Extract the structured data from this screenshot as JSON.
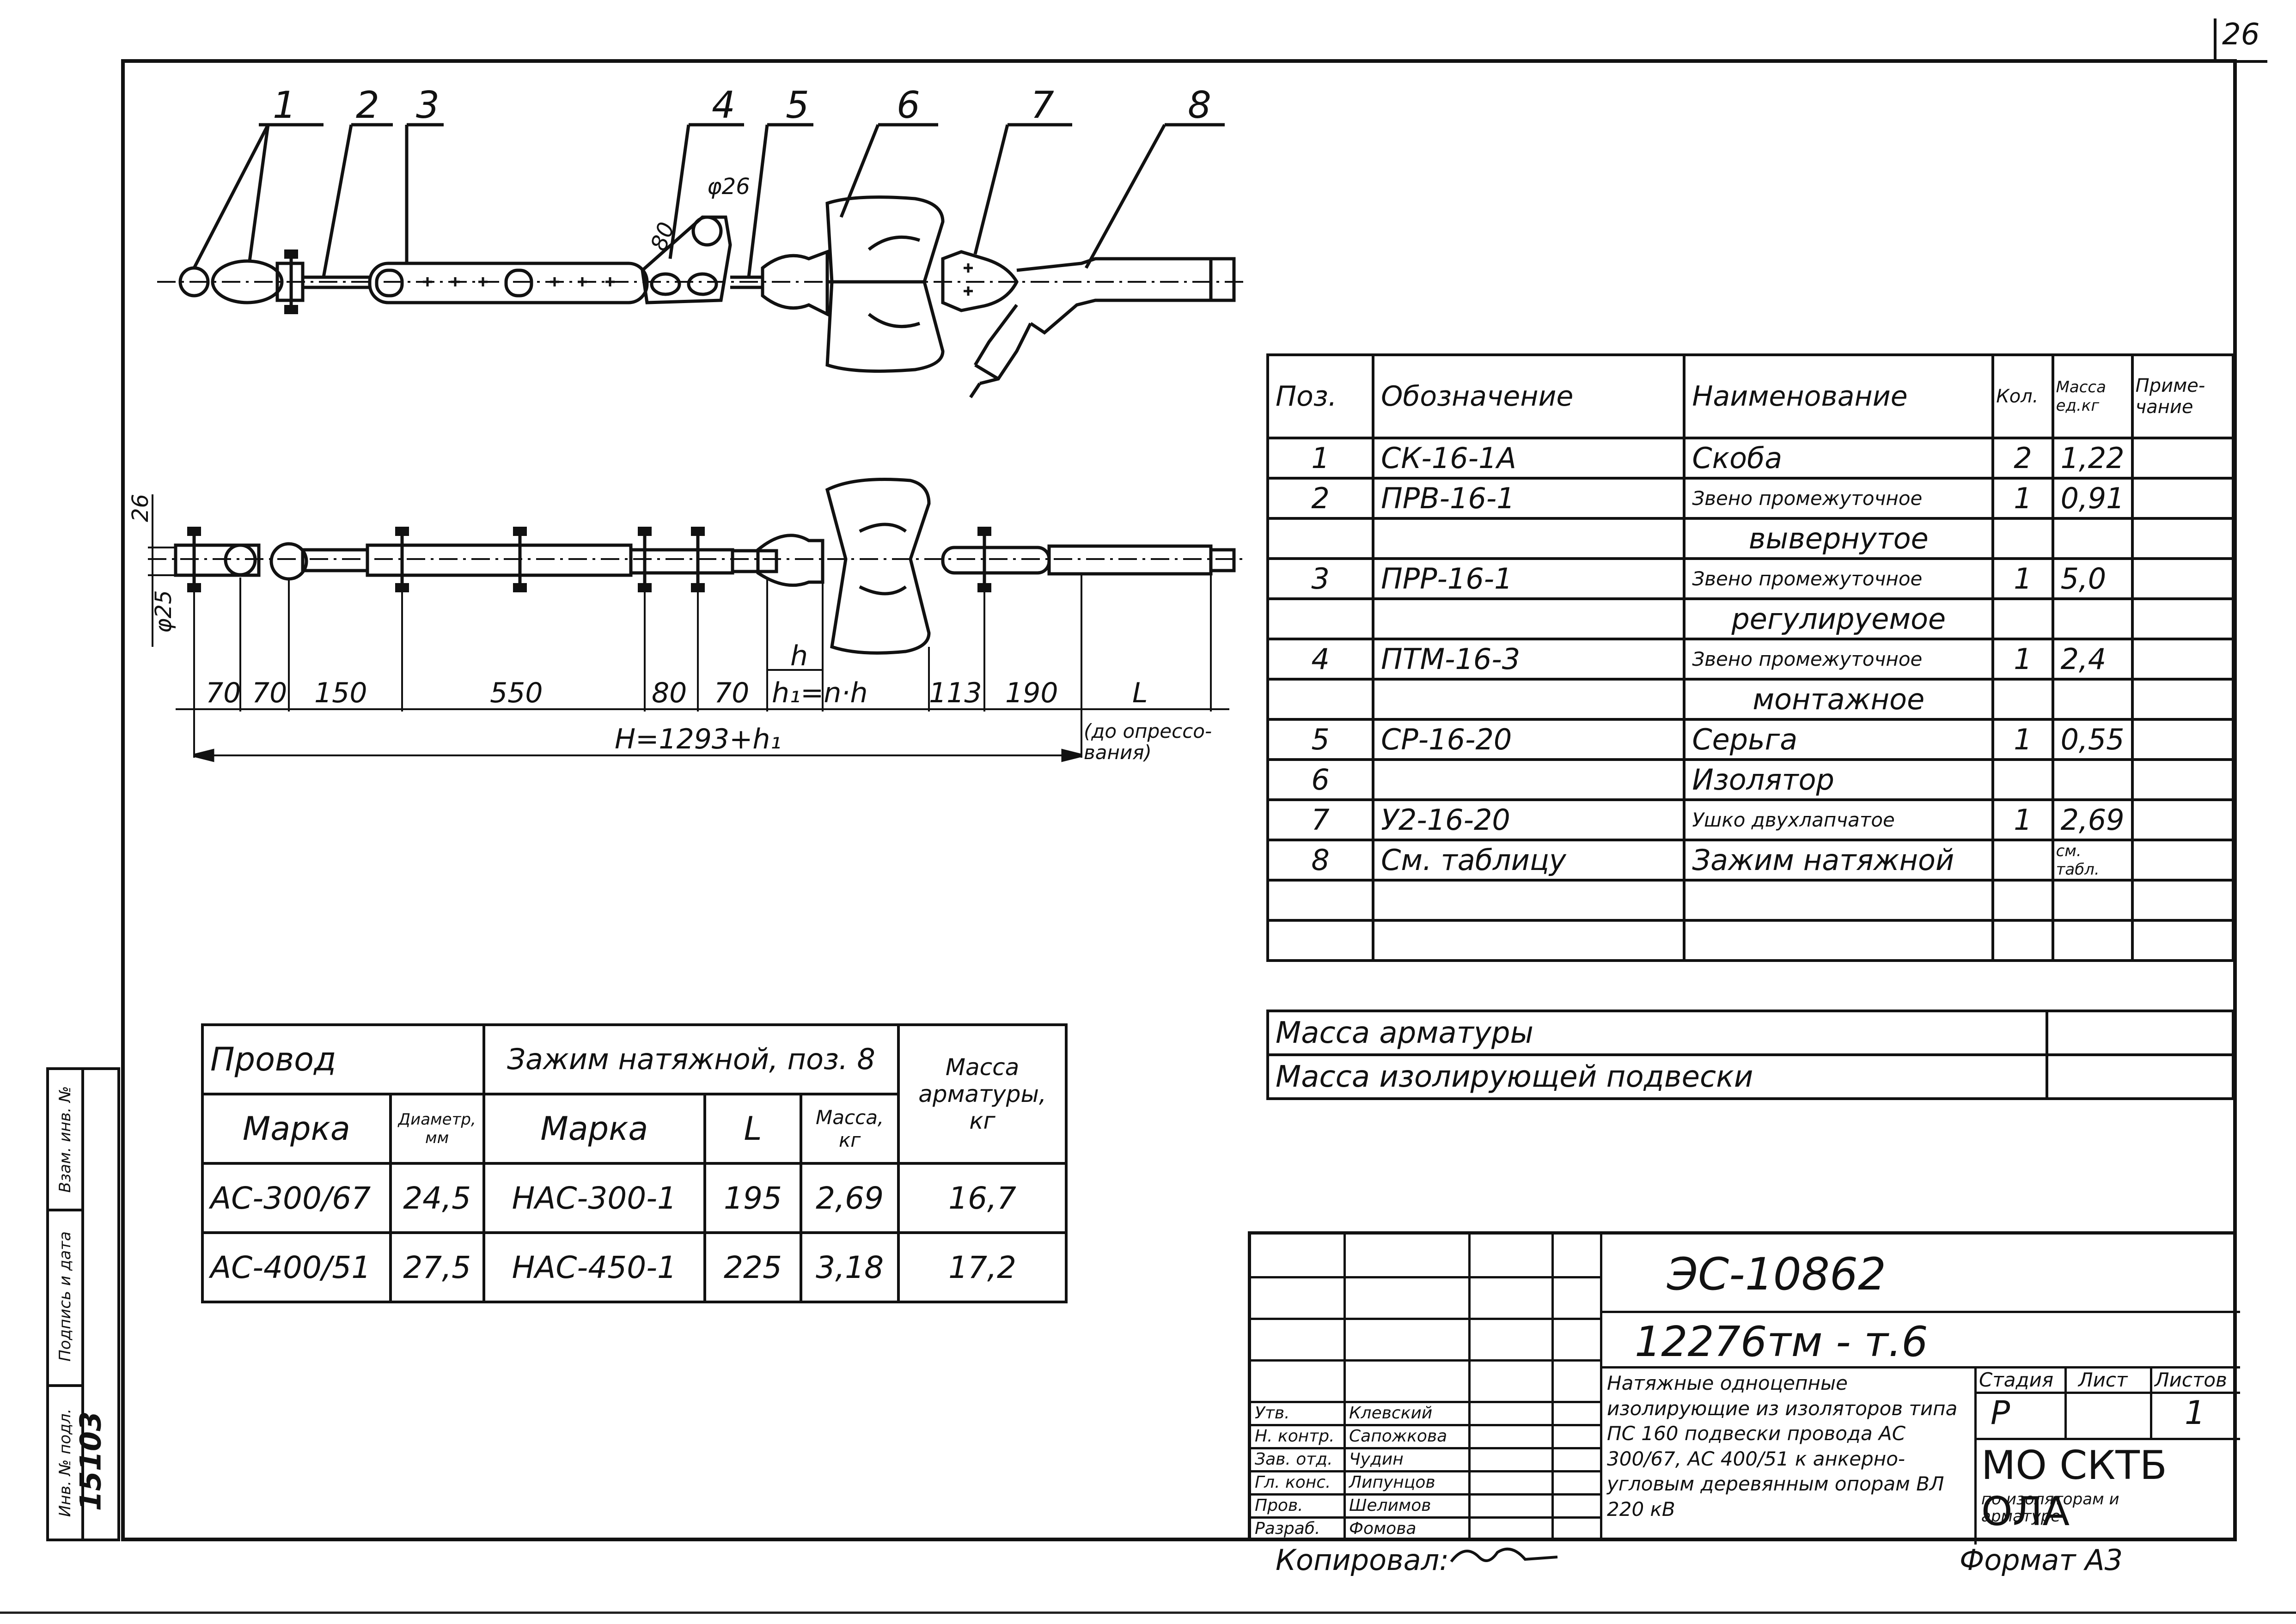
{
  "sheet_number": "26",
  "position_callouts": [
    "1",
    "2",
    "3",
    "4",
    "5",
    "6",
    "7",
    "8"
  ],
  "drawing": {
    "dim_phi26": "φ26",
    "dim_80": "80",
    "dim_26_side": "26",
    "dim_phi25": "φ25",
    "dims_row": [
      "70",
      "70",
      "150",
      "550",
      "80",
      "70",
      "h₁=n·h",
      "113",
      "190",
      "L"
    ],
    "h_label": "h",
    "total_dim": "H=1293+h₁",
    "compression_note": "(до опрессо-вания)"
  },
  "spec_table": {
    "headers": [
      "Поз.",
      "Обозначение",
      "Наименование",
      "Кол.",
      "Масса ед.кг",
      "Приме-чание"
    ],
    "rows": [
      [
        "1",
        "СК-16-1А",
        "Скоба",
        "2",
        "1,22",
        ""
      ],
      [
        "2",
        "ПРВ-16-1",
        "Звено промежуточное",
        "1",
        "0,91",
        ""
      ],
      [
        "",
        "",
        "выверну­тое",
        "",
        "",
        ""
      ],
      [
        "3",
        "ПРР-16-1",
        "Звено промежуточное",
        "1",
        "5,0",
        ""
      ],
      [
        "",
        "",
        "регулируемое",
        "",
        "",
        ""
      ],
      [
        "4",
        "ПТМ-16-3",
        "Звено промежуточное",
        "1",
        "2,4",
        ""
      ],
      [
        "",
        "",
        "монтажное",
        "",
        "",
        ""
      ],
      [
        "5",
        "СР-16-20",
        "Серьга",
        "1",
        "0,55",
        ""
      ],
      [
        "6",
        "",
        "Изолятор",
        "",
        "",
        ""
      ],
      [
        "7",
        "У2-16-20",
        "Ушко двухлапчатое",
        "1",
        "2,69",
        ""
      ],
      [
        "8",
        "См. таблицу",
        "Зажим натяжной",
        "",
        "см. табл.",
        ""
      ],
      [
        "",
        "",
        "",
        "",
        "",
        ""
      ],
      [
        "",
        "",
        "",
        "",
        "",
        ""
      ]
    ],
    "mass_rows": [
      "Масса арматуры",
      "Масса изолирующей подвески"
    ]
  },
  "wire_table": {
    "header_wire": "Провод",
    "header_clamp": "Зажим натяжной, поз. 8",
    "header_mass": "Масса арматуры, кг",
    "sub_headers": [
      "Марка",
      "Диаметр, мм",
      "Марка",
      "L",
      "Масса, кг"
    ],
    "rows": [
      [
        "АС-300/67",
        "24,5",
        "НАС-300-1",
        "195",
        "2,69",
        "16,7"
      ],
      [
        "АС-400/51",
        "27,5",
        "НАС-450-1",
        "225",
        "3,18",
        "17,2"
      ]
    ]
  },
  "side_stamp": [
    "Инв. № подл.",
    "Подпись и дата",
    "Взам. инв. №",
    "15103"
  ],
  "title_block": {
    "code1": "ЭС-10862",
    "code2": "12276тм - т.6",
    "roles": [
      "Утв.",
      "Н. контр.",
      "Зав. отд.",
      "Гл. конс.",
      "Пров.",
      "Разраб."
    ],
    "names": [
      "Клевский",
      "Сапожкова",
      "Чудин",
      "Липунцов",
      "Шелимов",
      "Фомова"
    ],
    "title": "Натяжные одноцепные изолирующие из изоляторов типа ПС 160 подвески провода АС 300/67, АС 400/51 к анкерно-угловым деревянным опорам ВЛ 220 кВ",
    "stage_header": "Стадия",
    "sheet_header": "Лист",
    "sheets_header": "Листов",
    "stage": "Р",
    "sheets": "1",
    "org": "МО СКТБ ОЛА",
    "org_sub": "по изоляторам и арматуре"
  },
  "footer": {
    "copied": "Копировал:",
    "format": "Формат А3"
  }
}
